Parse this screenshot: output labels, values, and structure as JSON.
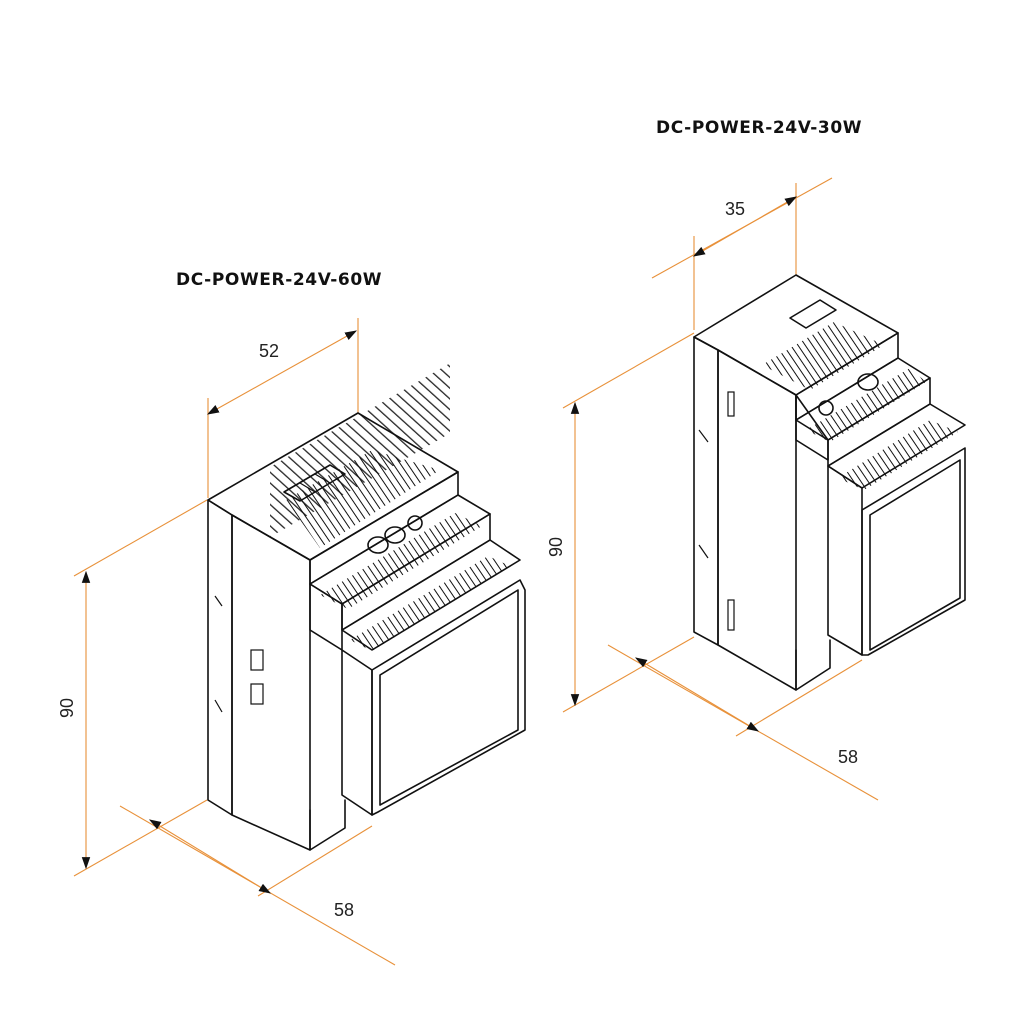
{
  "colors": {
    "dimension": "#e8913a",
    "outline": "#111111",
    "text": "#111111"
  },
  "products": [
    {
      "model": "DC-POWER-24V-60W",
      "dimensions": {
        "width": "52",
        "height": "90",
        "depth": "58"
      }
    },
    {
      "model": "DC-POWER-24V-30W",
      "dimensions": {
        "width": "35",
        "height": "90",
        "depth": "58"
      }
    }
  ]
}
